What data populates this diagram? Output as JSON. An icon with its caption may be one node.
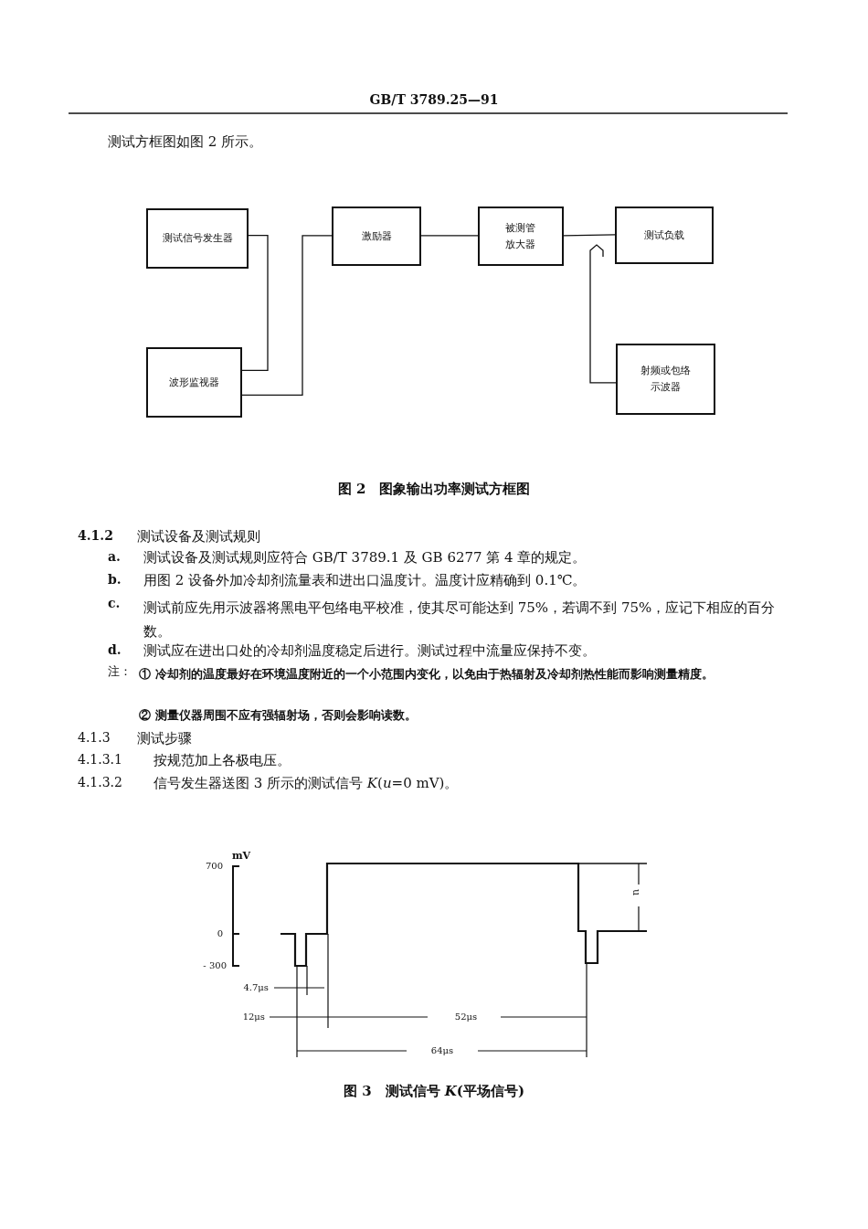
{
  "diagram": {
    "caption": "图 2　图象输出功率测试方框图",
    "nodes": [
      {
        "text": [
          "测试信号发生器"
        ]
      },
      {
        "text": [
          "激励器"
        ]
      },
      {
        "text": [
          "被测管放大器"
        ]
      },
      {
        "text": [
          "测试负载"
        ]
      },
      {
        "text": [
          "波形监视器"
        ]
      },
      {
        "text": [
          "射频或包络示波器"
        ]
      }
    ],
    "edges": [
      {
        "from": 0,
        "to": 4,
        "arrow": "none"
      },
      {
        "from": 4,
        "to": 1,
        "arrow": "none"
      },
      {
        "from": 1,
        "to": 2,
        "arrow": "none"
      },
      {
        "from": 2,
        "to": 3,
        "arrow": "none"
      },
      {
        "from": 3,
        "to": 5,
        "arrow": "none"
      }
    ],
    "labels": [
      "GB/T 3789.25—91",
      "测试方框图如图 2 所示。",
      "4.1.2",
      "测试设备及测试规则",
      "a.",
      "测试设备及测试规则应符合 GB/T 3789.1 及 GB 6277 第 4 章的规定。",
      "b.",
      "用图 2 设备外加冷却剂流量表和进出口温度计。温度计应精确到 0.1℃。",
      "c.",
      "测试前应先用示波器将黑电平包络电平校准，使其尽可能达到 75%，若调不到 75%，应记下相应的百分数。",
      "d.",
      "测试应在进出口处的冷却剂温度稳定后进行。测试过程中流量应保持不变。",
      "注：",
      "① 冷却剂的温度最好在环境温度附近的一个小范围内变化，以免由于热辐射及冷却剂热性能而影响测量精度。",
      "② 测量仪器周围不应有强辐射场，否则会影响读数。",
      "4.1.3",
      "测试步骤",
      "4.1.3.1",
      "按规范加上各极电压。",
      "4.1.3.2",
      "信号发生器送图 3 所示的测试信号 *K*(*u*=0 mV)。",
      "mV",
      "700",
      "0",
      "- 300",
      "u",
      "4.7μs",
      "12μs",
      "52μs",
      "64μs",
      "图 3　测试信号 *K*(平场信号)"
    ]
  }
}
